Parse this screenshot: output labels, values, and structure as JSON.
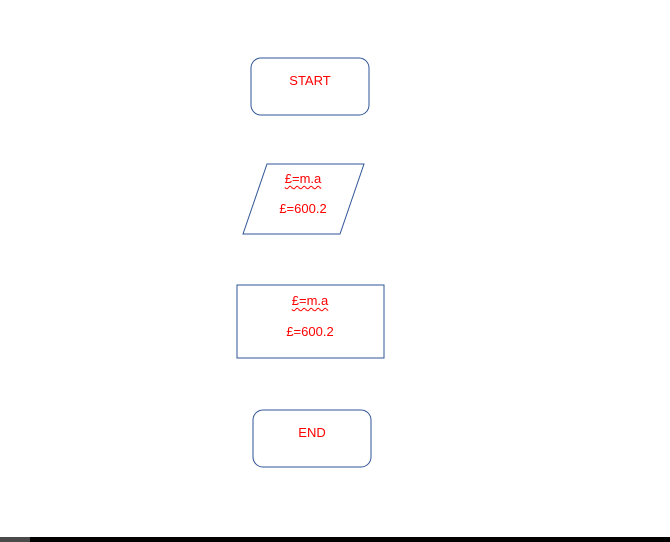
{
  "flowchart": {
    "start": {
      "label": "START"
    },
    "input": {
      "formula": "£=m.a",
      "value": "£=600.2"
    },
    "process": {
      "formula": "£=m.a",
      "value": "£=600.2"
    },
    "end": {
      "label": "END"
    }
  },
  "colors": {
    "text": "#ff0000",
    "stroke": "#2f5597",
    "background": "#ffffff"
  }
}
